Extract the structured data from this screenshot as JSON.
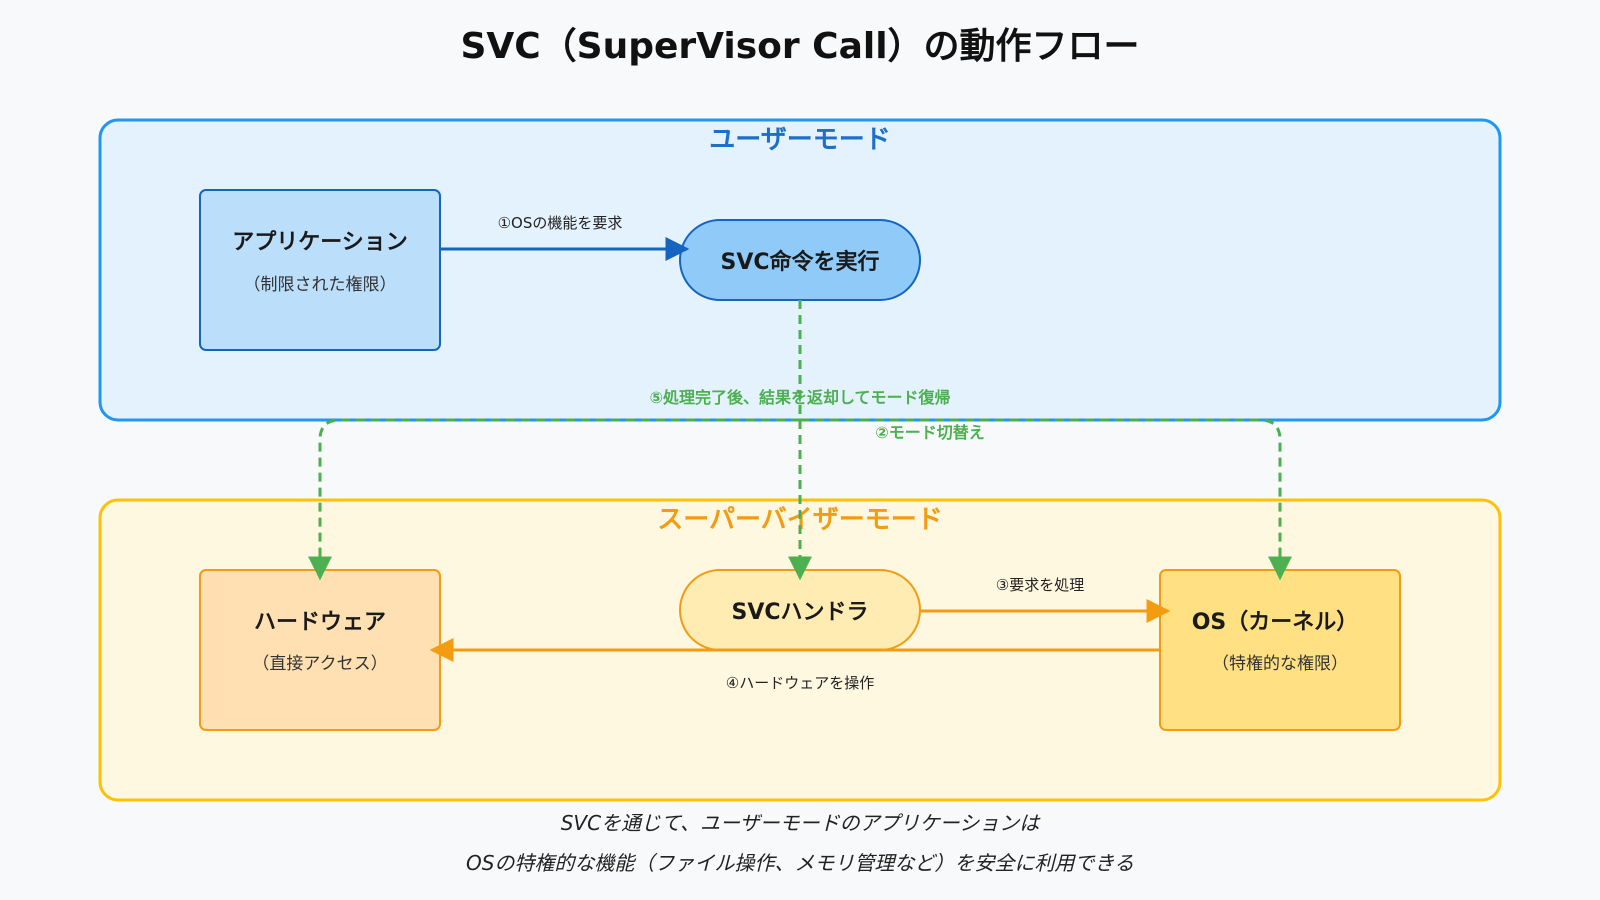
{
  "title": "SVC（SuperVisor Call）の動作フロー",
  "zones": {
    "user": {
      "label": "ユーザーモード"
    },
    "supervisor": {
      "label": "スーパーバイザーモード"
    }
  },
  "nodes": {
    "application": {
      "title": "アプリケーション",
      "subtitle": "（制限された権限）"
    },
    "svc_instruction": {
      "title": "SVC命令を実行"
    },
    "hardware": {
      "title": "ハードウェア",
      "subtitle": "（直接アクセス）"
    },
    "svc_handler": {
      "title": "SVCハンドラ"
    },
    "os_kernel": {
      "title": "OS（カーネル）",
      "subtitle": "（特権的な権限）"
    }
  },
  "edges": {
    "step1": "①OSの機能を要求",
    "step2": "②モード切替え",
    "step3": "③要求を処理",
    "step4": "④ハードウェアを操作",
    "step5": "⑤処理完了後、結果を返却してモード復帰"
  },
  "footer": {
    "line1": "SVCを通じて、ユーザーモードのアプリケーションは",
    "line2": "OSの特権的な機能（ファイル操作、メモリ管理など）を安全に利用できる"
  },
  "colors": {
    "user_zone_fill": "#e3f2fd",
    "user_zone_stroke": "#2196f3",
    "supervisor_zone_fill": "#fff8e1",
    "supervisor_zone_stroke": "#ffc107",
    "blue_arrow": "#1565c0",
    "orange_arrow": "#f39c12",
    "green_arrow": "#4caf50"
  }
}
